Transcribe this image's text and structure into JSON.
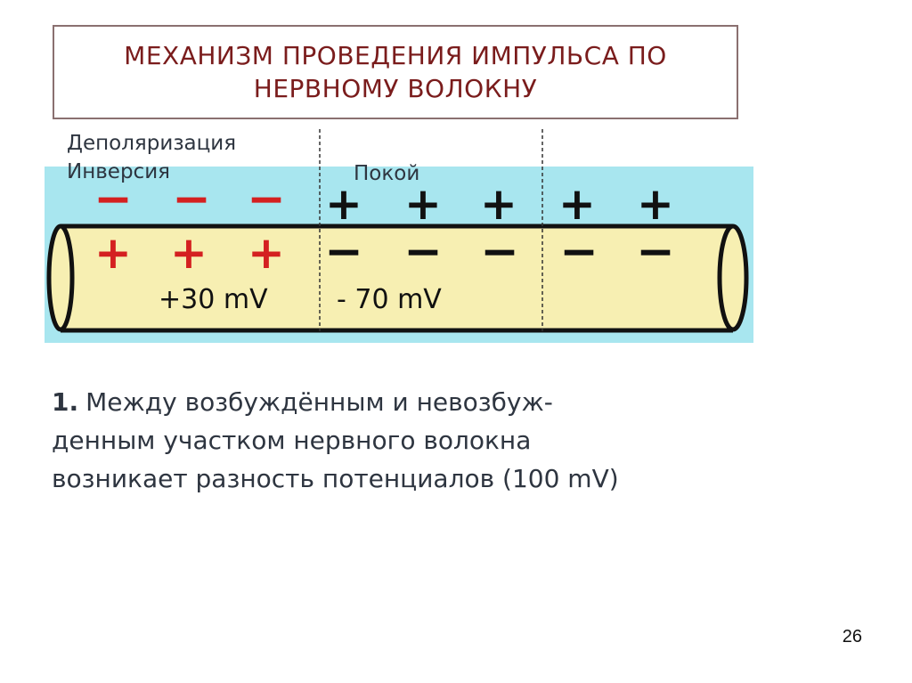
{
  "title": {
    "line1": "МЕХАНИЗМ ПРОВЕДЕНИЯ  ИМПУЛЬСА ПО",
    "line2": "НЕРВНОМУ ВОЛОКНУ"
  },
  "labels": {
    "depolarization": "Деполяризация",
    "inversion": "Инверсия",
    "rest": "Покой"
  },
  "charges": {
    "outside_active": [
      "−",
      "−",
      "−"
    ],
    "inside_active": [
      "+",
      "+",
      "+"
    ],
    "outside_rest": [
      "+",
      "+",
      "+",
      "+",
      "+"
    ],
    "inside_rest": [
      "−",
      "−",
      "−",
      "−",
      "−"
    ]
  },
  "potentials": {
    "active": "+30 mV",
    "rest": "- 70 mV"
  },
  "caption": {
    "number": "1.",
    "line1": "Между возбуждённым и невозбуж-",
    "line2": "денным участком нервного волокна",
    "line3": "возникает разность потенциалов (100 mV)"
  },
  "page_number": "26",
  "colors": {
    "title_text": "#7a1c1c",
    "extracellular": "#a8e6ef",
    "axon_fill": "#f7efb2",
    "active_charge": "#d42020",
    "rest_charge": "#111111"
  }
}
